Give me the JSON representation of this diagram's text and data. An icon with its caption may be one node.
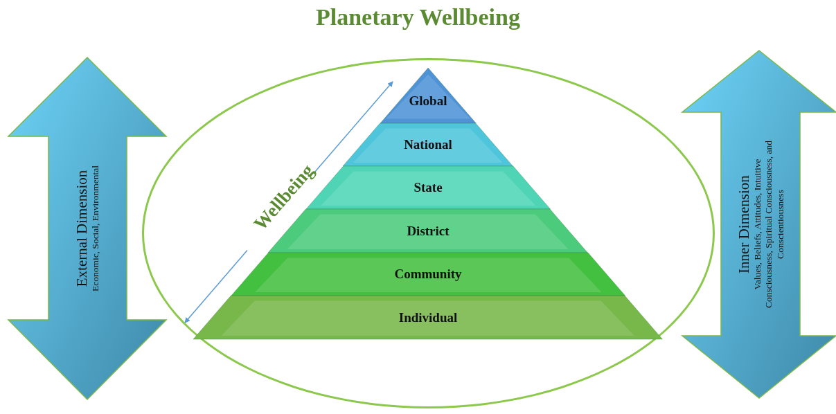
{
  "diagram": {
    "title": "Planetary Wellbeing",
    "nodes": [
      {
        "text": [
          "External Dimension",
          "Economic, Social, Environmental"
        ]
      },
      {
        "text": [],
        "shape": "ellipse"
      },
      {
        "text": [
          "Global"
        ],
        "in": 1
      },
      {
        "text": [
          "National"
        ],
        "in": 1
      },
      {
        "text": [
          "State"
        ],
        "in": 1
      },
      {
        "text": [
          "District"
        ],
        "in": 1
      },
      {
        "text": [
          "Community"
        ],
        "in": 1
      },
      {
        "text": [
          "Individual"
        ],
        "in": 1
      },
      {
        "text": [
          "Inner Dimension",
          "Values, Beliefs, Attitudes, Intuitive Consciousness, Spiritual Consciousness, and Conscientiousness"
        ]
      }
    ],
    "edges": [],
    "labels": [
      "Wellbeing"
    ]
  }
}
